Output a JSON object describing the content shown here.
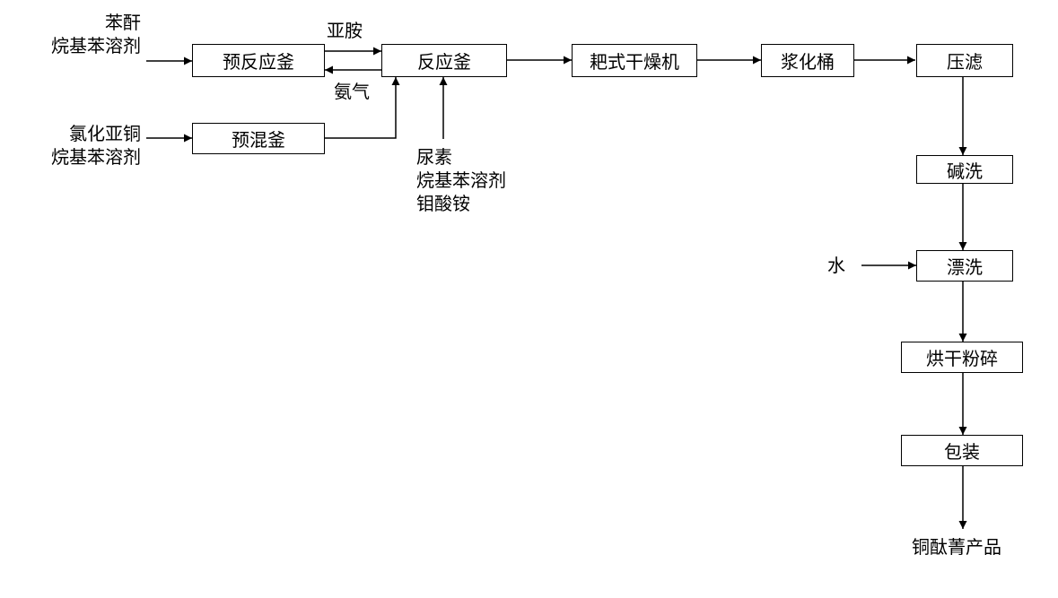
{
  "nodes": {
    "pre_reactor": "预反应釜",
    "reactor": "反应釜",
    "rake_dryer": "耙式干燥机",
    "slurry_tank": "浆化桶",
    "filter_press": "压滤",
    "premix_kettle": "预混釜",
    "alkali_wash": "碱洗",
    "rinse": "漂洗",
    "dry_crush": "烘干粉碎",
    "packaging": "包装"
  },
  "inputs": {
    "pre_reactor": [
      "苯酐",
      "烷基苯溶剂"
    ],
    "premix_kettle": [
      "氯化亚铜",
      "烷基苯溶剂"
    ],
    "reactor_bottom": [
      "尿素",
      "烷基苯溶剂",
      "钼酸铵"
    ],
    "rinse": "水"
  },
  "edges": {
    "imide_label": "亚胺",
    "ammonia_label": "氨气"
  },
  "product": "铜酞菁产品"
}
